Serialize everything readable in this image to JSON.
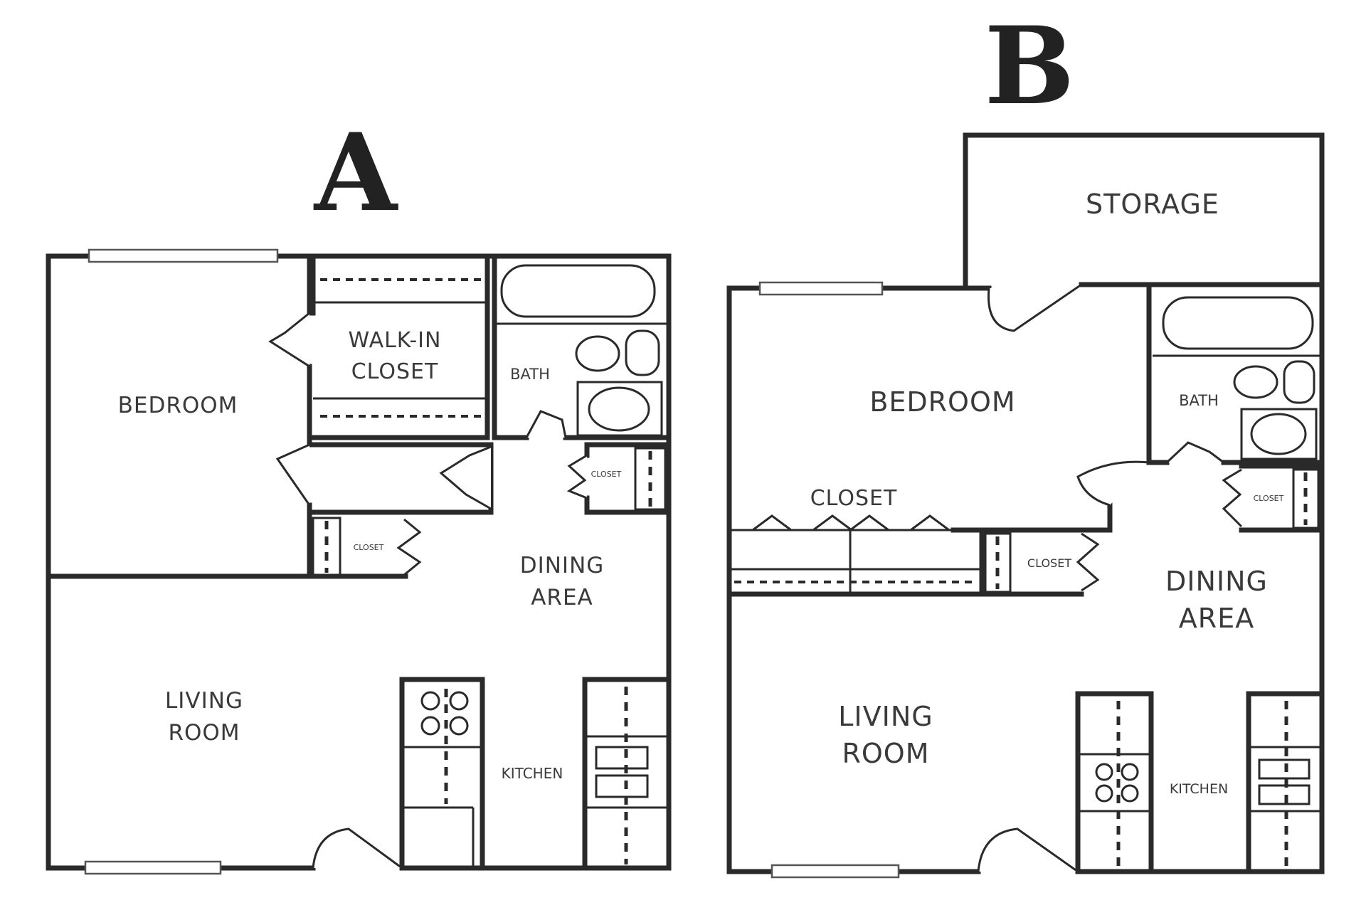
{
  "plans": {
    "a": {
      "letter": "A",
      "rooms": {
        "bedroom": "BEDROOM",
        "walkin_line1": "WALK-IN",
        "walkin_line2": "CLOSET",
        "bath": "BATH",
        "closet_hall": "CLOSET",
        "closet_bed": "CLOSET",
        "dining_line1": "DINING",
        "dining_line2": "AREA",
        "living_line1": "LIVING",
        "living_line2": "ROOM",
        "kitchen": "KITCHEN"
      }
    },
    "b": {
      "letter": "B",
      "rooms": {
        "storage": "STORAGE",
        "bedroom": "BEDROOM",
        "bath": "BATH",
        "closet_bed": "CLOSET",
        "closet_small": "CLOSET",
        "closet_hall": "CLOSET",
        "dining_line1": "DINING",
        "dining_line2": "AREA",
        "living_line1": "LIVING",
        "living_line2": "ROOM",
        "kitchen": "KITCHEN"
      }
    }
  }
}
